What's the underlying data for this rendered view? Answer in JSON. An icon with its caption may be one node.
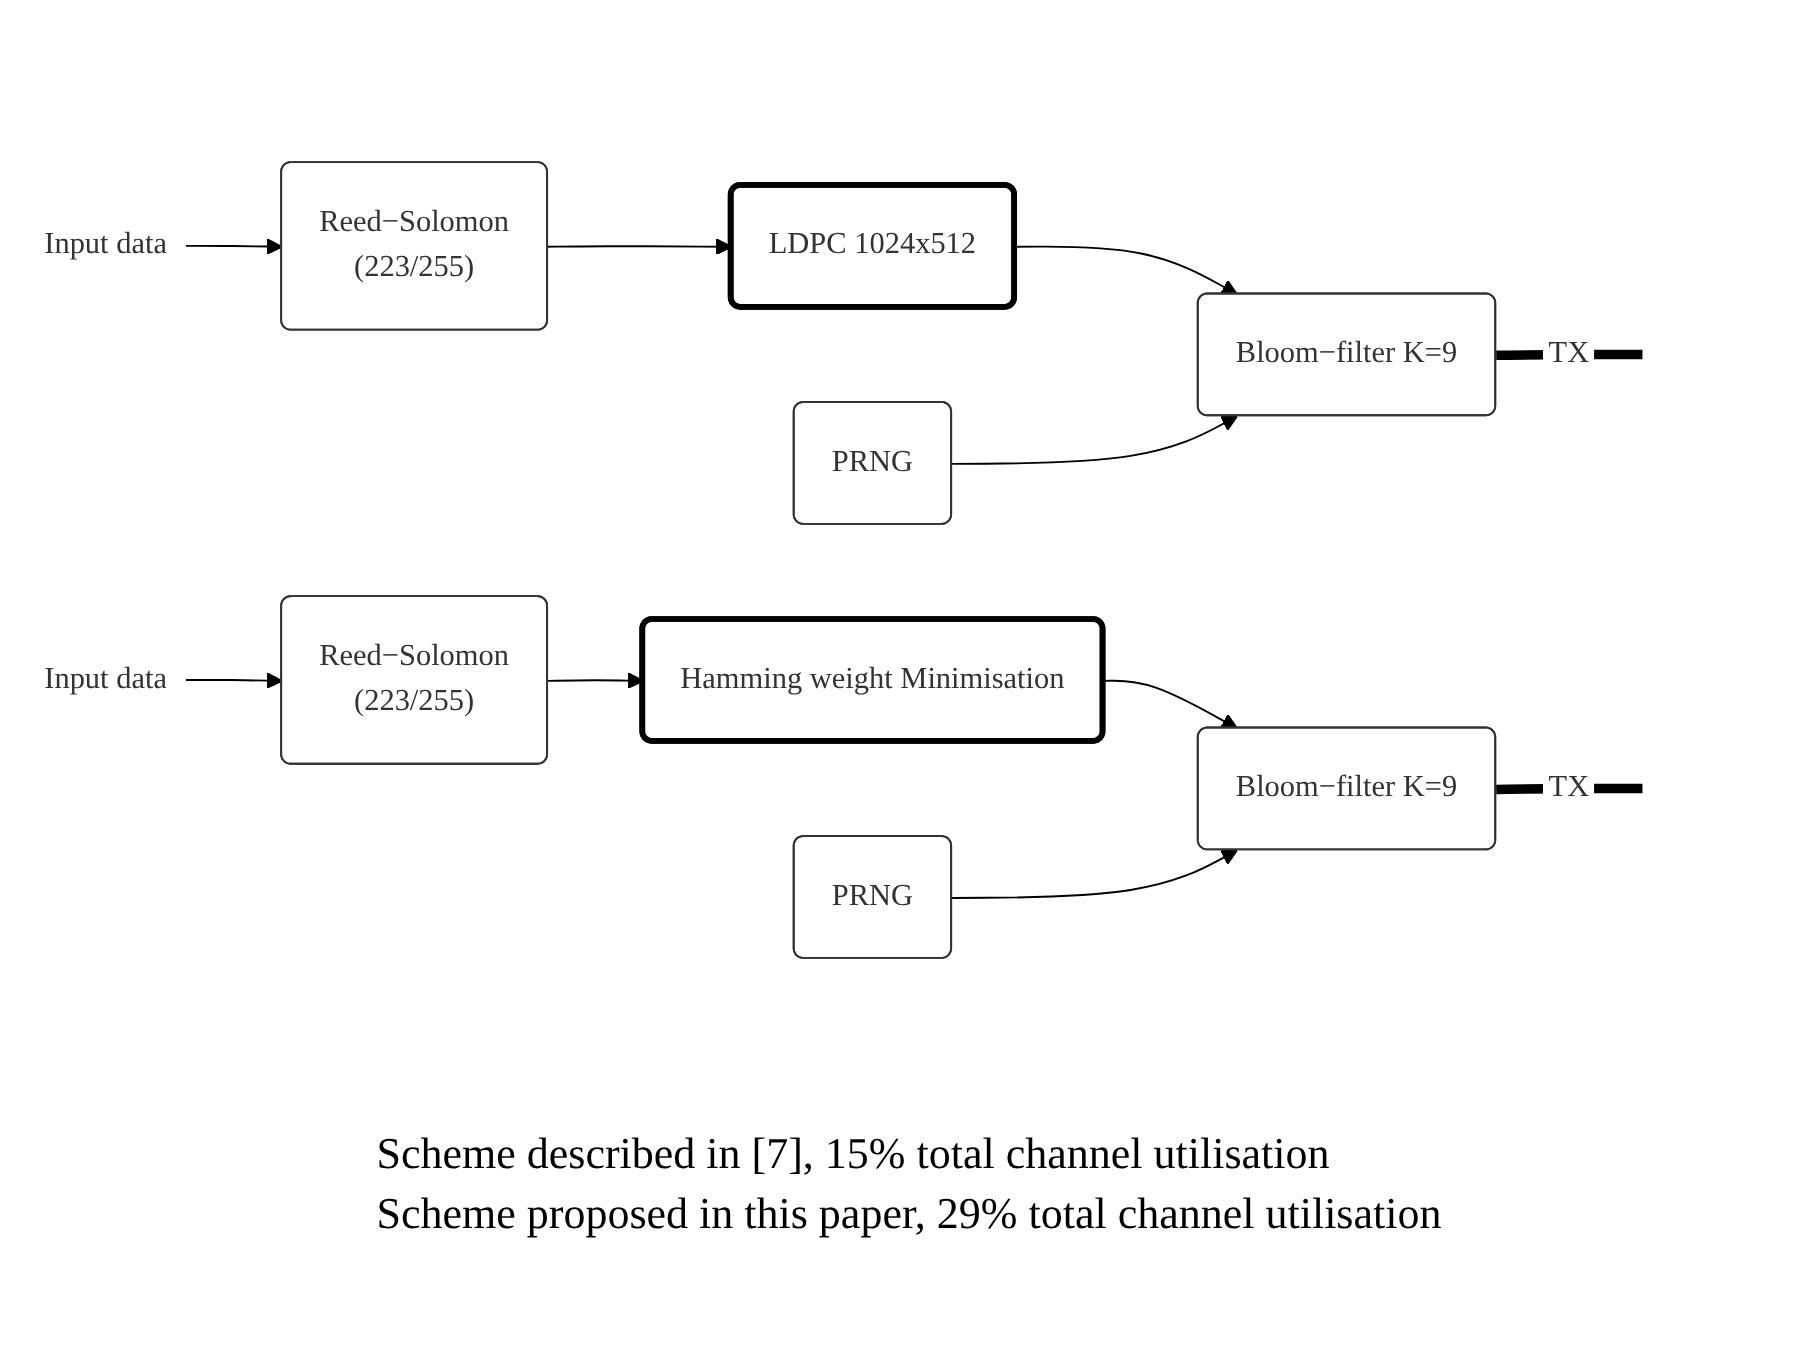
{
  "diagram": {
    "nodes": [
      {
        "text": [
          "Input data"
        ]
      },
      {
        "text": [
          "Reed−Solomon",
          "(223/255)"
        ]
      },
      {
        "text": [
          "LDPC 1024x512"
        ]
      },
      {
        "text": [
          "PRNG"
        ]
      },
      {
        "text": [
          "Bloom−filter K=9"
        ]
      },
      {
        "text": [
          "Input data"
        ]
      },
      {
        "text": [
          "Reed−Solomon",
          "(223/255)"
        ]
      },
      {
        "text": [
          "Hamming weight Minimisation"
        ]
      },
      {
        "text": [
          "PRNG"
        ]
      },
      {
        "text": [
          "Bloom−filter K=9"
        ]
      }
    ],
    "edges": [
      {
        "from": 0,
        "to": 1,
        "arrow": "to"
      },
      {
        "from": 1,
        "to": 2,
        "arrow": "to"
      },
      {
        "from": 2,
        "to": 4,
        "arrow": "to"
      },
      {
        "from": 3,
        "to": 4,
        "arrow": "to"
      },
      {
        "from": 4,
        "to": null,
        "arrow": "none",
        "label": "TX",
        "style": "thick"
      },
      {
        "from": 5,
        "to": 6,
        "arrow": "to"
      },
      {
        "from": 6,
        "to": 7,
        "arrow": "to"
      },
      {
        "from": 7,
        "to": 9,
        "arrow": "to"
      },
      {
        "from": 8,
        "to": 9,
        "arrow": "to"
      },
      {
        "from": 9,
        "to": null,
        "arrow": "none",
        "label": "TX",
        "style": "thick"
      }
    ],
    "labels": [
      "Scheme described in [7], 15%  total channel utilisation",
      "Scheme proposed in this paper,  29% total channel utilisation"
    ]
  }
}
